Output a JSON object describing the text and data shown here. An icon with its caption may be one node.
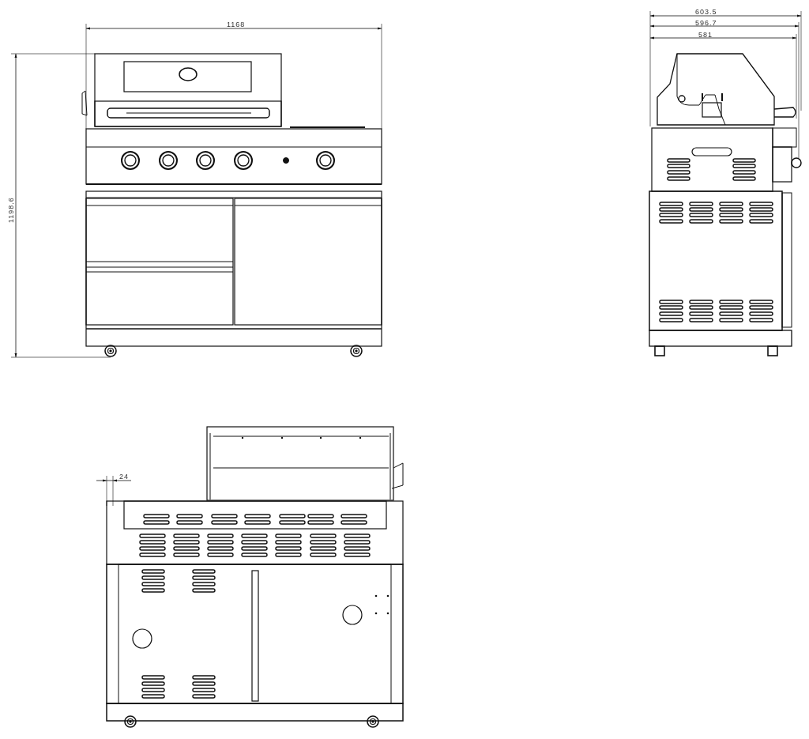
{
  "diagram": {
    "labels": [
      "1168",
      "1198.6",
      "603.5",
      "596.7",
      "581",
      "24"
    ]
  }
}
